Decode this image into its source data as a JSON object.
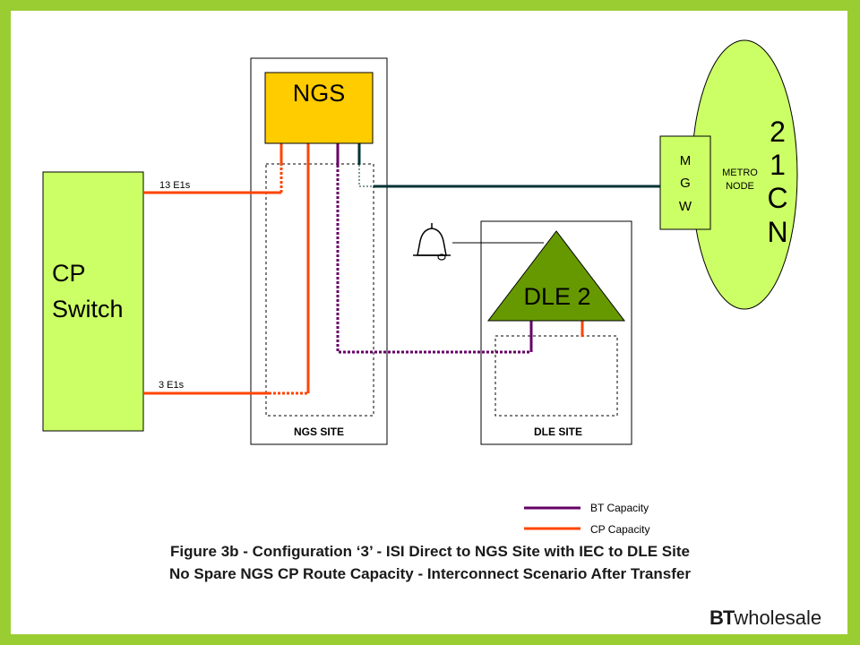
{
  "nodes": {
    "ngs": "NGS",
    "cp_switch_line1": "CP",
    "cp_switch_line2": "Switch",
    "dle": "DLE 2",
    "mgw_m": "M",
    "mgw_g": "G",
    "mgw_w": "W",
    "metro_line1": "METRO",
    "metro_line2": "NODE",
    "icn_2": "2",
    "icn_1": "1",
    "icn_c": "C",
    "icn_n": "N"
  },
  "sites": {
    "ngs_site": "NGS SITE",
    "dle_site": "DLE SITE"
  },
  "links": {
    "e1s_13": "13 E1s",
    "e1s_3": "3 E1s"
  },
  "legend": {
    "bt_capacity": "BT Capacity",
    "cp_capacity": "CP Capacity"
  },
  "caption": {
    "line1": "Figure 3b - Configuration ‘3’ -  ISI Direct to NGS Site with IEC to DLE Site",
    "line2": "No Spare NGS CP Route Capacity - Interconnect Scenario After Transfer"
  },
  "brand": {
    "bt": "BT",
    "wholesale": "wholesale"
  },
  "colors": {
    "background": "#9acd32",
    "cp_switch": "#ccff66",
    "ngs": "#ffcc00",
    "dle": "#669900",
    "icn": "#ccff66",
    "mgw": "#ccff66",
    "bt_capacity": "#660066",
    "cp_capacity": "#ff4400",
    "dark_link": "#003333"
  }
}
